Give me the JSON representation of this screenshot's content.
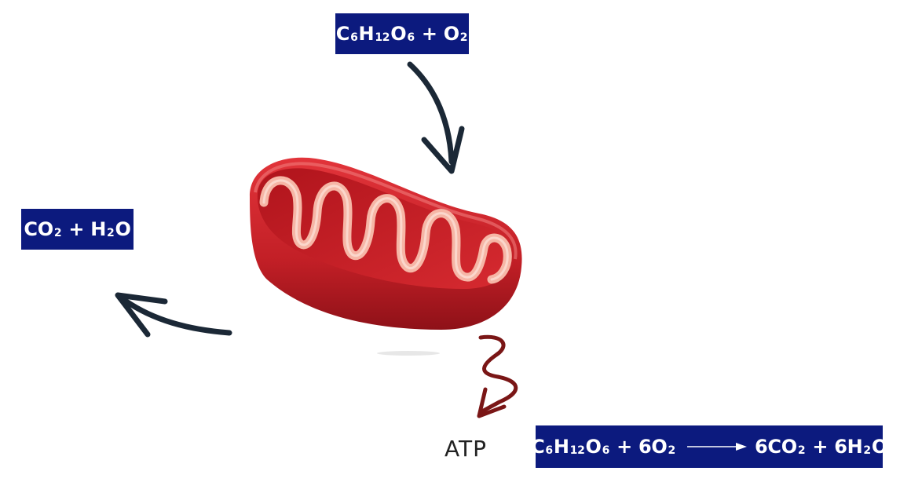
{
  "reactants": {
    "c": "C",
    "c_n": "6",
    "h": "H",
    "h_n": "12",
    "o": "O",
    "o_n": "6",
    "plus": " + ",
    "o2": "O",
    "o2_n": "2"
  },
  "products": {
    "co": "CO",
    "co_n": "2",
    "plus": " + ",
    "h": "H",
    "h_n": "2",
    "o": "O"
  },
  "atp": "ATP",
  "equation": {
    "c": "C",
    "c_n": "6",
    "h": "H",
    "h_n": "12",
    "o": "O",
    "o_n": "6",
    "plus1": " + ",
    "o2": "6O",
    "o2_n": "2",
    "co2": "6CO",
    "co2_n": "2",
    "plus2": " + ",
    "h2": "6H",
    "h2_n": "2",
    "o_end": "O"
  },
  "colors": {
    "box_background": "#0c1a7e",
    "box_text": "#ffffff",
    "arrow_dark": "#1b2836",
    "arrow_energy": "#7a1616",
    "mitochondrion_outer": "#c21f26",
    "mitochondrion_inner": "#f6b6a6"
  },
  "icons": {
    "organelle": "mitochondrion-illustration",
    "input_arrow": "curved-arrow-down",
    "output_arrow": "curved-arrow-left",
    "energy_arrow": "squiggle-arrow"
  }
}
